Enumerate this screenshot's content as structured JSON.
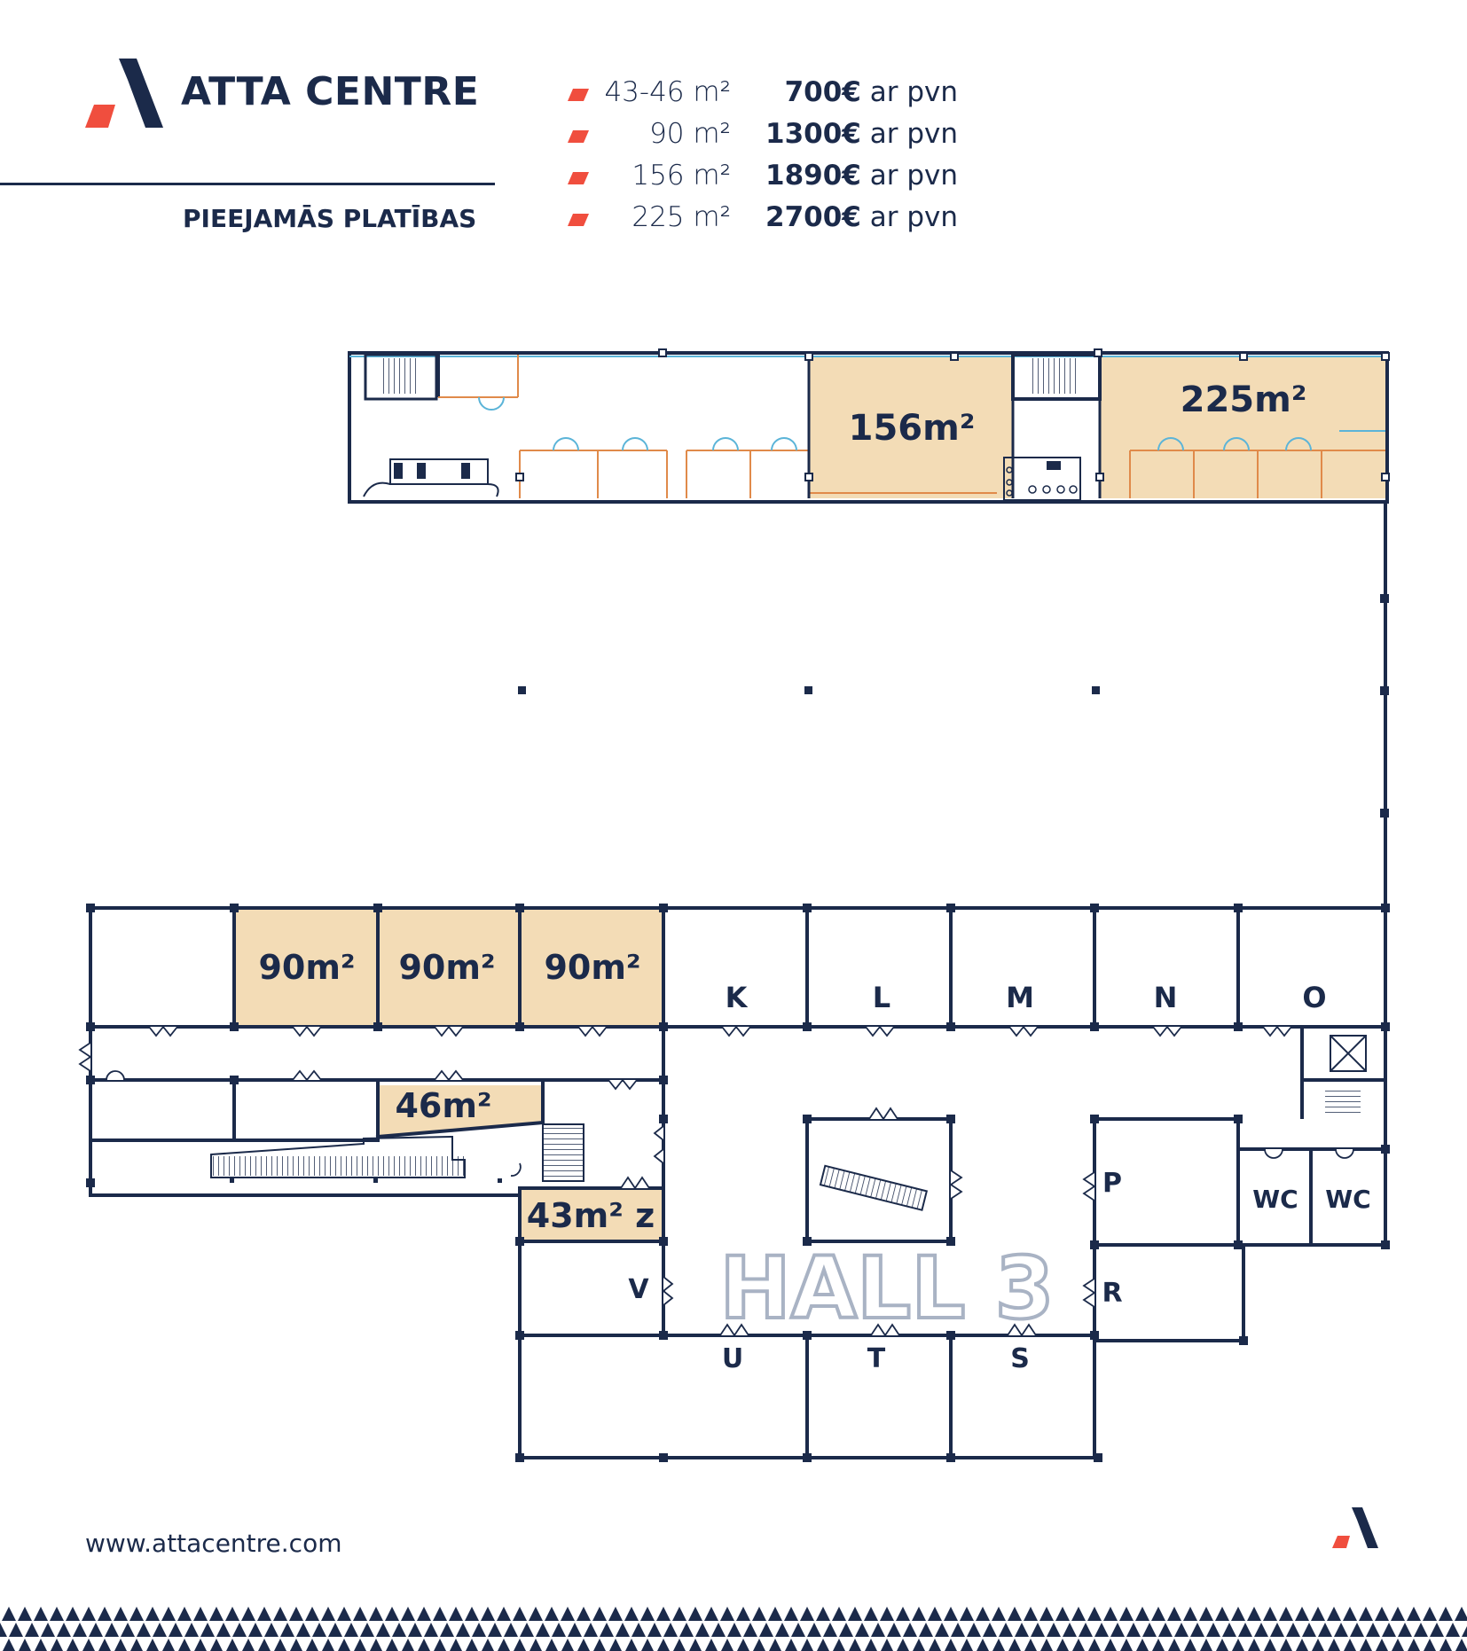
{
  "brand": {
    "name": "ATTA CENTRE",
    "subtitle": "PIEEJAMĀS PLATĪBAS",
    "website": "www.attacentre.com",
    "colors": {
      "navy": "#1b2a4a",
      "accent": "#f04e3e",
      "available": "#f3dcb6",
      "hall_outline": "#a9b3c4"
    }
  },
  "legend": {
    "rows": [
      {
        "area": "43-46 m²",
        "price": "700€",
        "suffix": " ar pvn"
      },
      {
        "area": "90 m²",
        "price": "1300€",
        "suffix": " ar pvn"
      },
      {
        "area": "156 m²",
        "price": "1890€",
        "suffix": " ar pvn"
      },
      {
        "area": "225 m²",
        "price": "2700€",
        "suffix": " ar pvn"
      }
    ]
  },
  "plan": {
    "hall": "HALL 3",
    "available_units": [
      "156m²",
      "225m²",
      "90m²",
      "90m²",
      "90m²",
      "46m²",
      "43m² z"
    ],
    "unit_letters": [
      "K",
      "L",
      "M",
      "N",
      "O",
      "P",
      "R",
      "S",
      "T",
      "U",
      "V"
    ],
    "wc": [
      "WC",
      "WC"
    ]
  }
}
